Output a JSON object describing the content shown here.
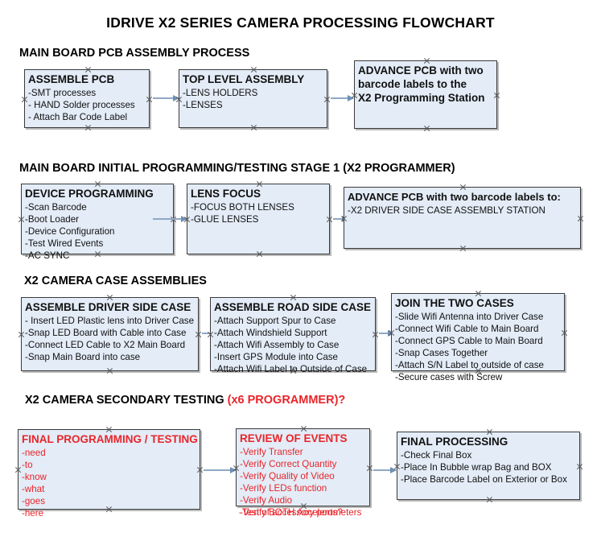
{
  "document": {
    "title": "IDRIVE X2  SERIES CAMERA PROCESSING FLOWCHART"
  },
  "sections": [
    {
      "id": "main-board-pcb-assembly",
      "heading": "MAIN BOARD PCB ASSEMBLY PROCESS",
      "heading_accent": "",
      "boxes": [
        {
          "id": "assemble-pcb",
          "title": "ASSEMBLE PCB",
          "lines": [
            "-SMT processes",
            "- HAND Solder processes",
            "- Attach Bar Code Label"
          ]
        },
        {
          "id": "top-level-assembly",
          "title": "TOP LEVEL ASSEMBLY",
          "lines": [
            "-LENS HOLDERS",
            "-LENSES"
          ]
        },
        {
          "id": "advance-pcb-to-x2-programming-station",
          "title": "ADVANCE PCB with two",
          "lines": [
            "barcode labels to the",
            " X2 Programming Station"
          ]
        }
      ]
    },
    {
      "id": "main-board-initial-programming",
      "heading": "MAIN BOARD INITIAL PROGRAMMING/TESTING STAGE 1 (X2 PROGRAMMER)",
      "heading_accent": "",
      "boxes": [
        {
          "id": "device-programming",
          "title": "DEVICE PROGRAMMING",
          "lines": [
            "-Scan Barcode",
            "-Boot Loader",
            "-Device Configuration",
            "-Test Wired Events",
            "-AC SYNC"
          ]
        },
        {
          "id": "lens-focus",
          "title": "LENS FOCUS",
          "lines": [
            "-FOCUS BOTH LENSES",
            "-GLUE LENSES"
          ]
        },
        {
          "id": "advance-pcb-to-driver-side-case-assembly",
          "title": "ADVANCE PCB with two barcode labels to:",
          "lines": [
            "-X2 DRIVER  SIDE  CASE  ASSEMBLY STATION"
          ]
        }
      ]
    },
    {
      "id": "x2-camera-case-assemblies",
      "heading": "X2 CAMERA CASE ASSEMBLIES",
      "heading_accent": "",
      "boxes": [
        {
          "id": "assemble-driver-side-case",
          "title": "ASSEMBLE DRIVER SIDE CASE",
          "lines": [
            "- Insert LED Plastic lens into Driver Case",
            "-Snap LED Board with Cable into Case",
            "-Connect LED Cable to X2 Main Board",
            "-Snap Main Board into case"
          ]
        },
        {
          "id": "assemble-road-side-case",
          "title": "ASSEMBLE ROAD SIDE CASE",
          "lines": [
            "-Attach Support Spur to Case",
            "-Attach Windshield Support",
            "-Attach Wifi Assembly to Case",
            "-Insert GPS Module into Case",
            "-Attach Wifi Label to Outside of Case"
          ]
        },
        {
          "id": "join-the-two-cases",
          "title": "JOIN THE TWO CASES",
          "lines": [
            "-Slide Wifi Antenna into Driver Case",
            "-Connect Wifi Cable to Main Board",
            "-Connect GPS Cable to Main Board",
            "-Snap Cases Together",
            "-Attach S/N Label to outside of case",
            "-Secure cases with Screw"
          ]
        }
      ]
    },
    {
      "id": "x2-camera-secondary-testing",
      "heading": "X2 CAMERA SECONDARY TESTING ",
      "heading_accent": "(x6 PROGRAMMER)?",
      "boxes": [
        {
          "id": "final-programming-testing",
          "title": "FINAL PROGRAMMING / TESTING",
          "lines": [
            "-need",
            "-to",
            "-know",
            "-what",
            "-goes",
            "-here"
          ]
        },
        {
          "id": "review-of-events",
          "title": "REVIEW OF EVENTS",
          "lines": [
            "-Verify Transfer",
            "-Verify Correct Quantity",
            "-Verify Quality of Video",
            "-Verify LEDs function",
            "-Verify Audio",
            "-Verify BOTH Accelerometers"
          ],
          "overflow_line": "-Test of accessory ports?"
        },
        {
          "id": "final-processing",
          "title": "FINAL PROCESSING",
          "lines": [
            " -Check Final Box",
            "-Place In Bubble wrap Bag and BOX",
            "-Place Barcode Label on Exterior or Box"
          ]
        }
      ]
    }
  ],
  "colors": {
    "box_fill": "#e3ecf7",
    "box_border": "#3a3a3a",
    "connector": "#8fa8c4",
    "accent_red": "#e8252a",
    "text": "#111111"
  }
}
